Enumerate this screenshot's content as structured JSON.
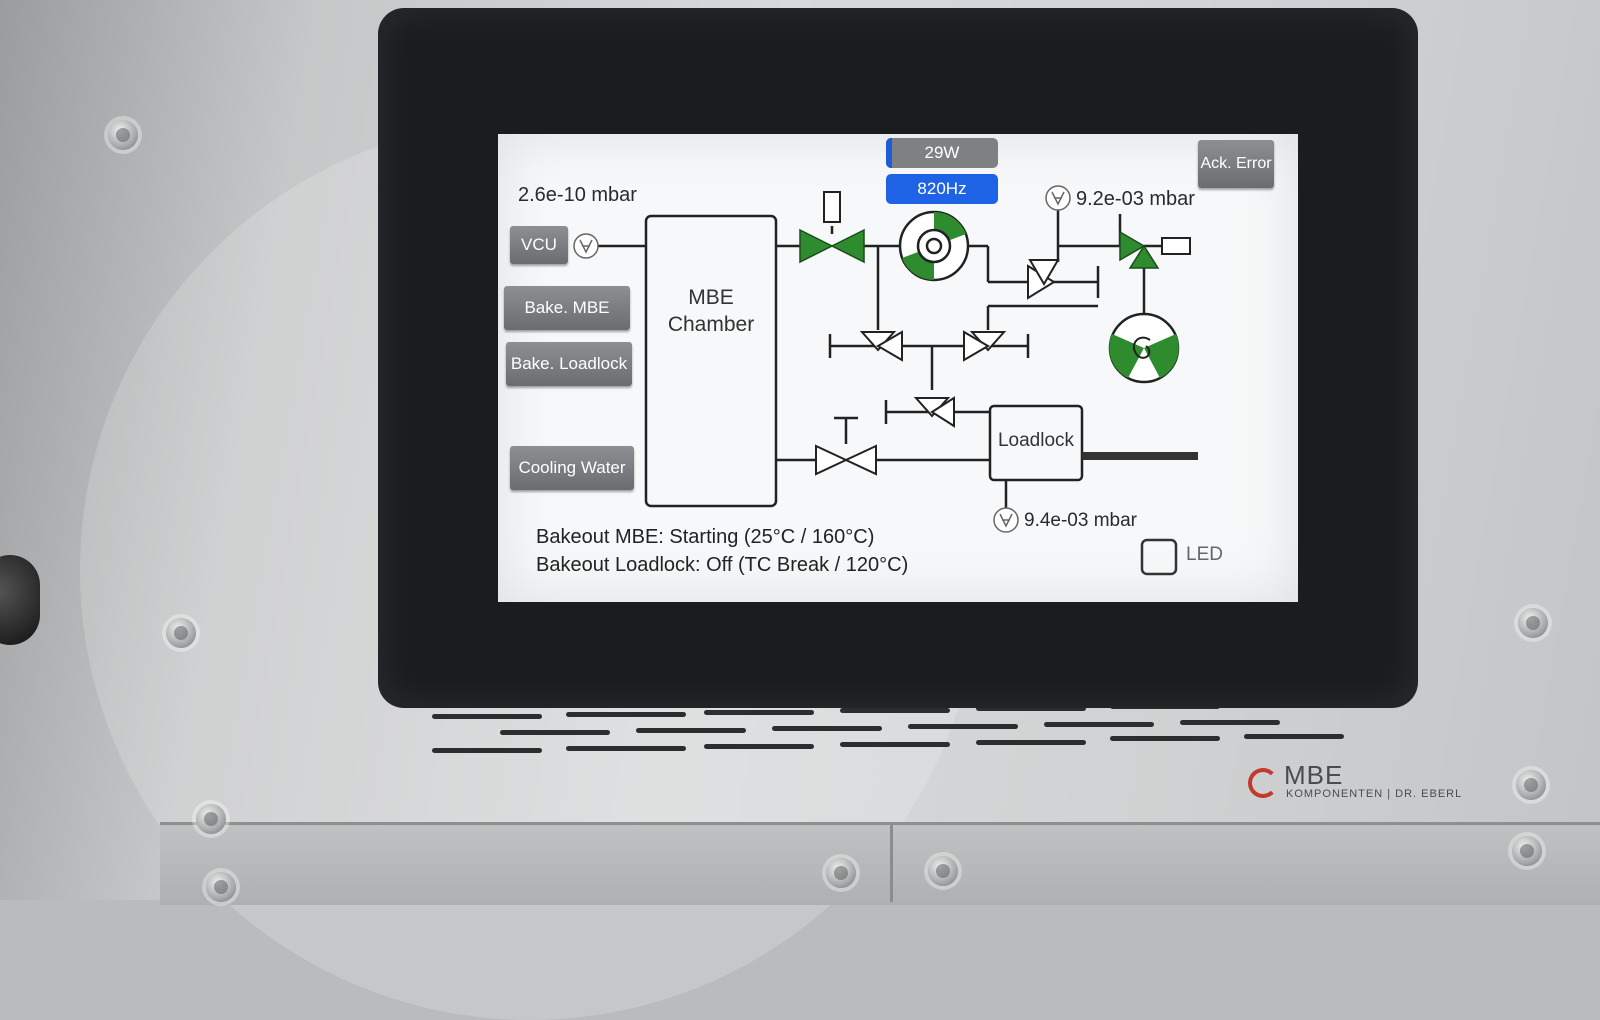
{
  "screen": {
    "pressures": {
      "vcu": "2.6e-10 mbar",
      "forevac": "9.2e-03 mbar",
      "loadlock": "9.4e-03 mbar"
    },
    "buttons": {
      "vcu": "VCU",
      "bake_mbe": "Bake. MBE",
      "bake_loadlock": "Bake. Loadlock",
      "cooling_water": "Cooling Water",
      "ack_error": "Ack. Error"
    },
    "turbo": {
      "power": "29W",
      "power_fraction": 0.05,
      "frequency": "820Hz"
    },
    "chambers": {
      "mbe": "MBE Chamber",
      "loadlock": "Loadlock"
    },
    "status": {
      "bakeout_mbe": "Bakeout MBE: Starting (25°C / 160°C)",
      "bakeout_loadlock": "Bakeout Loadlock: Off (TC Break / 120°C)"
    },
    "led_label": "LED",
    "colors": {
      "valve_open": "#2e8b2e",
      "active_blue": "#1e62e6",
      "button_grey": "#76787b"
    }
  },
  "brand": {
    "name": "MBE",
    "sub": "KOMPONENTEN | DR. EBERL"
  }
}
